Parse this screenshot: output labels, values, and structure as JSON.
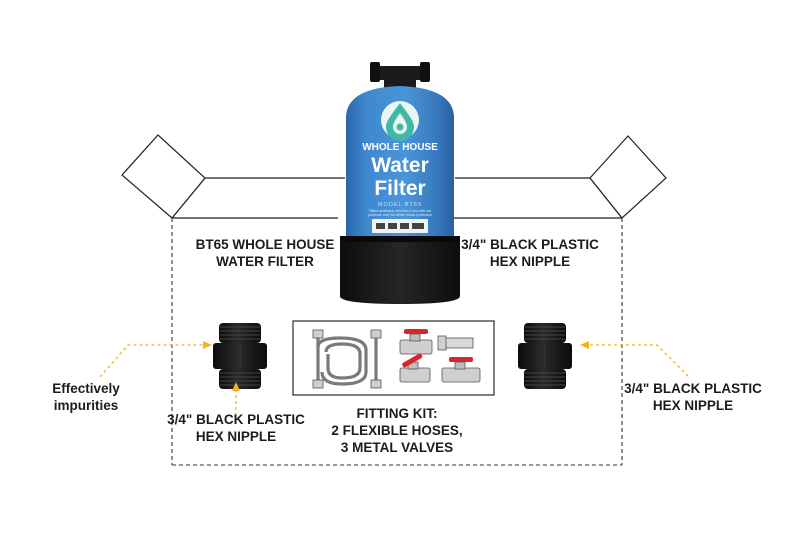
{
  "product": {
    "brand_line": "WHOLE HOUSE",
    "title_line1": "Water",
    "title_line2": "Filter",
    "model_line": "MODEL BT65",
    "small_print_1": "Filters sediment, chlorine & rust with low",
    "small_print_2": "pressure drop for whole house protection",
    "cap_icon": "valve-head-icon",
    "logo_icon": "water-drop-logo-icon"
  },
  "labels": {
    "main_filter": [
      "BT65 WHOLE HOUSE",
      "WATER FILTER"
    ],
    "right_top": [
      "3/4\" BLACK PLASTIC",
      "HEX NIPPLE"
    ],
    "left_side": [
      "Effectively",
      "impurities"
    ],
    "left_nipple": [
      "3/4\" BLACK PLASTIC",
      "HEX NIPPLE"
    ],
    "fitting_kit": [
      "FITTING KIT:",
      "2 FLEXIBLE HOSES,",
      "3 METAL VALVES"
    ],
    "right_side": [
      "3/4\" BLACK PLASTIC",
      "HEX NIPPLE"
    ]
  },
  "colors": {
    "tank_blue": "#3f88cf",
    "tank_dark_blue": "#2f6fb3",
    "logo_teal": "#3fb8a4",
    "base_black": "#151515",
    "arrow_yellow": "#f2b51b",
    "valve_red": "#d6262e",
    "label_panel": "#eef3f7"
  }
}
